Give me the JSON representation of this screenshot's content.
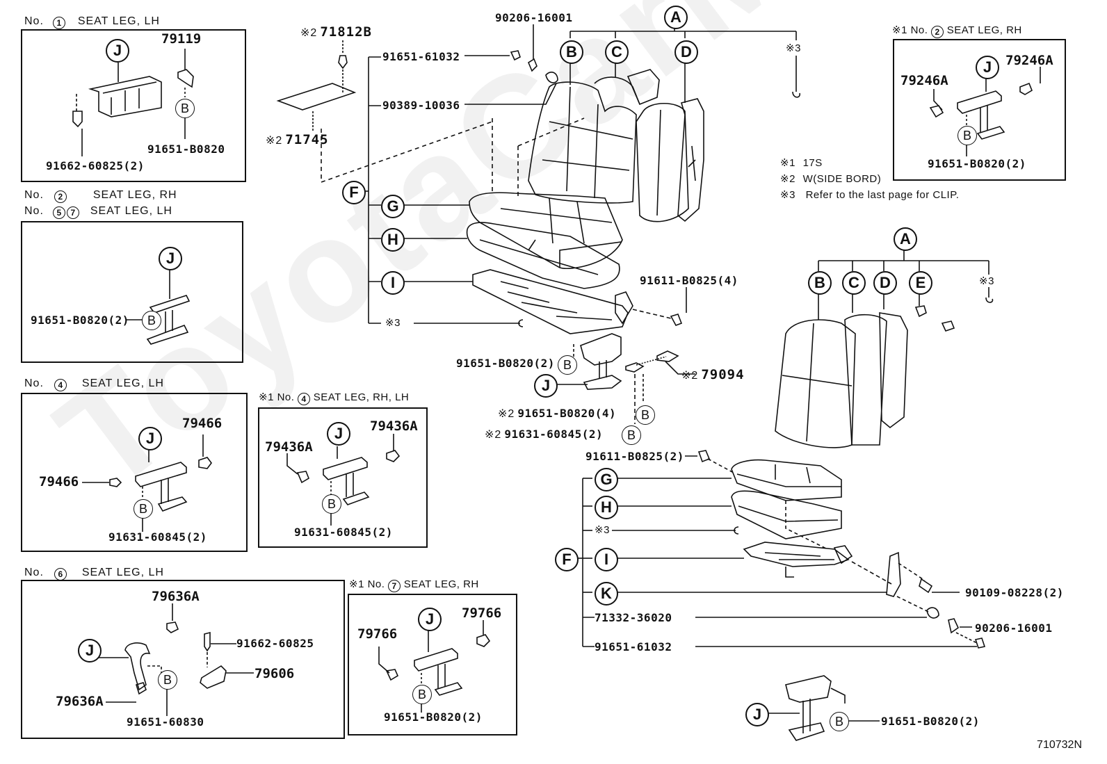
{
  "watermark": "ToyotaCarMine.ru",
  "diagram_code": "710732N",
  "notes": [
    {
      "mark": "※1",
      "text": "17S"
    },
    {
      "mark": "※2",
      "text": "W(SIDE BORD)"
    },
    {
      "mark": "※3",
      "text": "Refer to the last page for CLIP."
    }
  ],
  "callouts": {
    "A": "A",
    "B": "B",
    "C": "C",
    "D": "D",
    "E": "E",
    "F": "F",
    "G": "G",
    "H": "H",
    "I": "I",
    "J": "J",
    "K": "K",
    "clip": "※3"
  },
  "panels": {
    "no1": {
      "no": "No.",
      "num": "1",
      "title": "SEAT LEG, LH",
      "parts": {
        "bracket": "79119",
        "bolt": "91651-B0820",
        "screw": "91662-60825(2)"
      }
    },
    "no2": {
      "no": "No.",
      "num": "2",
      "title": "SEAT LEG, RH",
      "no2b": "No.",
      "num5": "5",
      "num7": "7",
      "title2": "SEAT LEG, LH",
      "parts": {
        "bolt": "91651-B0820(2)"
      }
    },
    "no4": {
      "no": "No.",
      "num": "4",
      "title": "SEAT LEG, LH",
      "parts": {
        "cap_r": "79466",
        "cap_l": "79466",
        "bolt": "91631-60845(2)"
      }
    },
    "no4x": {
      "mark": "※1",
      "no": "No.",
      "num": "4",
      "title": "SEAT LEG, RH, LH",
      "parts": {
        "cap_r": "79436A",
        "cap_l": "79436A",
        "bolt": "91631-60845(2)"
      }
    },
    "no6": {
      "no": "No.",
      "num": "6",
      "title": "SEAT LEG, LH",
      "parts": {
        "cap_top": "79636A",
        "cap_bot": "79636A",
        "screw": "91662-60825",
        "cover": "79606",
        "bolt": "91651-60830"
      }
    },
    "no7x": {
      "mark": "※1",
      "no": "No.",
      "num": "7",
      "title": "SEAT LEG, RH",
      "parts": {
        "cap_r": "79766",
        "cap_l": "79766",
        "bolt": "91651-B0820(2)"
      }
    },
    "no2x": {
      "mark": "※1",
      "no": "No.",
      "num": "2",
      "title": "SEAT LEG, RH",
      "parts": {
        "cap_r": "79246A",
        "cap_l": "79246A",
        "bolt": "91651-B0820(2)"
      }
    }
  },
  "main_bench": {
    "parts": {
      "clip_b": "※2",
      "clip_b_no": "71812B",
      "board": "※2",
      "board_no": "71745",
      "bolt_top": "91651-61032",
      "washer": "90389-10036",
      "nut": "90206-16001",
      "bolt_frame": "91611-B0825(4)",
      "leg_bolt": "91651-B0820(2)",
      "plate_mark": "※2",
      "plate": "79094",
      "bolt_b1_mark": "※2",
      "bolt_b1": "91651-B0820(4)",
      "bolt_b2_mark": "※2",
      "bolt_b2": "91631-60845(2)"
    }
  },
  "main_single": {
    "parts": {
      "bolt_top": "91611-B0825(2)",
      "screw": "90109-08228(2)",
      "bushing": "71332-36020",
      "nut": "90206-16001",
      "bolt": "91651-61032",
      "leg_bolt": "91651-B0820(2)"
    }
  }
}
